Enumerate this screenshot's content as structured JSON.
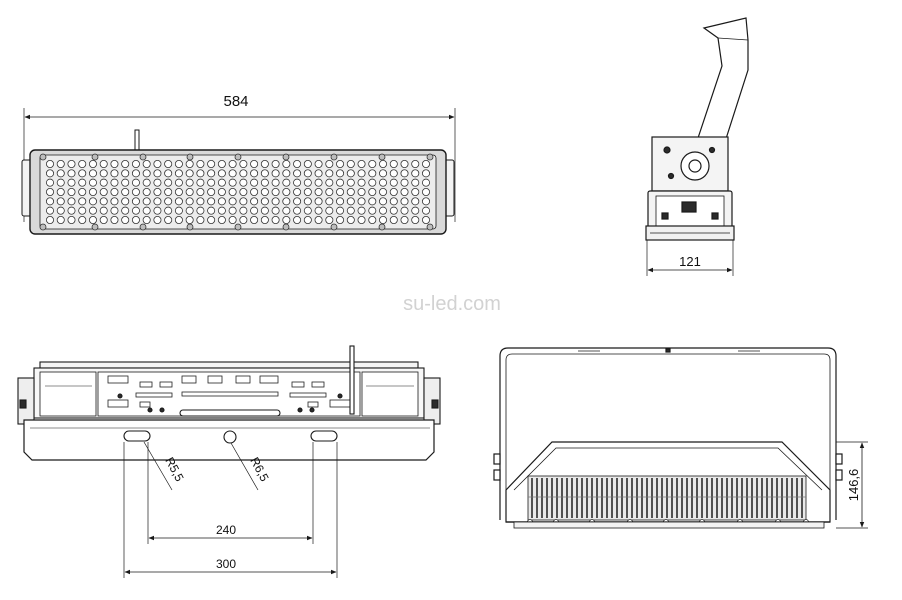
{
  "watermark": "su-led.com",
  "dimensions": {
    "front_width": "584",
    "side_width": "121",
    "height": "146,6",
    "hole_spacing_inner": "240",
    "hole_spacing_outer": "300",
    "slot_radius": "R5,5",
    "hole_radius": "R6,5"
  },
  "colors": {
    "line": "#1a1a1a",
    "panel": "#e9e9e9",
    "dark": "#2b2b2b",
    "watermark": "#d2d2d2"
  },
  "led_grid": {
    "columns": 36,
    "rows": 7
  }
}
